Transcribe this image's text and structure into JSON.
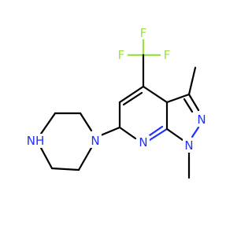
{
  "atoms": {
    "f_top": "F",
    "f_left": "F",
    "f_right": "F",
    "n_pyrazole": "N",
    "n_methyl": "N",
    "n_pyridine": "N",
    "n_diazepane_ring": "N",
    "nh_diazepane": "NH"
  },
  "colors": {
    "carbon": "#000000",
    "nitrogen": "#2030ff",
    "fluorine": "#9be33a",
    "background": "#ffffff"
  }
}
